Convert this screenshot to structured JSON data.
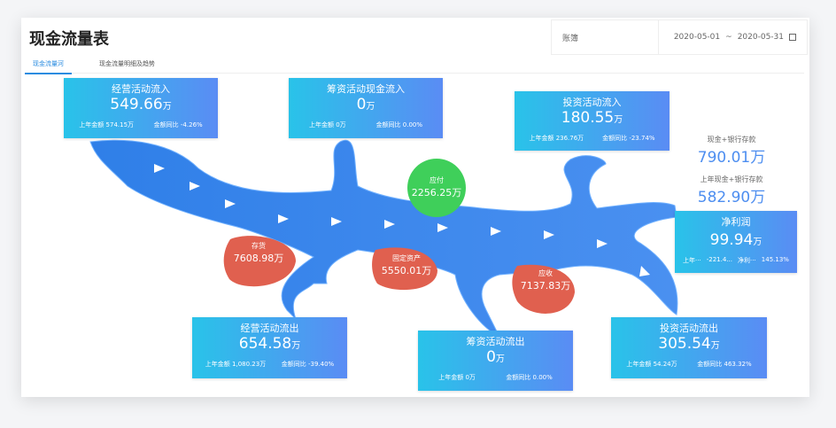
{
  "header": {
    "title": "现金流量表",
    "book_label": "账簿",
    "date_start": "2020-05-01",
    "date_sep": "~",
    "date_end": "2020-05-31",
    "calendar_icon": "calendar-icon"
  },
  "tabs": [
    {
      "label": "现金流量河",
      "active": true
    },
    {
      "label": "现金流量明细及趋势",
      "active": false
    }
  ],
  "cards": {
    "op_in": {
      "title": "经营活动流入",
      "value": "549.66",
      "unit": "万",
      "prev_label": "上年金额",
      "prev": "574.15万",
      "yoy_label": "金额同比",
      "yoy": "-4.26%"
    },
    "fin_in": {
      "title": "筹资活动现金流入",
      "value": "0",
      "unit": "万",
      "prev_label": "上年金额",
      "prev": "0万",
      "yoy_label": "金额同比",
      "yoy": "0.00%"
    },
    "inv_in": {
      "title": "投资活动流入",
      "value": "180.55",
      "unit": "万",
      "prev_label": "上年金额",
      "prev": "236.76万",
      "yoy_label": "金额同比",
      "yoy": "-23.74%"
    },
    "net_profit": {
      "title": "净利润",
      "value": "99.94",
      "unit": "万",
      "prev_label": "上年···",
      "prev": "-221.4...",
      "yoy_label": "净利···",
      "yoy": "145.13%"
    },
    "op_out": {
      "title": "经营活动流出",
      "value": "654.58",
      "unit": "万",
      "prev_label": "上年金额",
      "prev": "1,080.23万",
      "yoy_label": "金额同比",
      "yoy": "-39.40%"
    },
    "fin_out": {
      "title": "筹资活动流出",
      "value": "0",
      "unit": "万",
      "prev_label": "上年金额",
      "prev": "0万",
      "yoy_label": "金额同比",
      "yoy": "0.00%"
    },
    "inv_out": {
      "title": "投资活动流出",
      "value": "305.54",
      "unit": "万",
      "prev_label": "上年金额",
      "prev": "54.24万",
      "yoy_label": "金额同比",
      "yoy": "463.32%"
    }
  },
  "cash": {
    "cur_label": "现金+银行存款",
    "cur": "790.01万",
    "prev_label": "上年现金+银行存款",
    "prev": "582.90万"
  },
  "pools": {
    "payable": {
      "name": "应付",
      "value": "2256.25万",
      "color": "#3fcf5a"
    },
    "inventory": {
      "name": "存货",
      "value": "7608.98万",
      "color": "#e0604f"
    },
    "fixed": {
      "name": "固定资产",
      "value": "5550.01万",
      "color": "#e0604f"
    },
    "receivable": {
      "name": "应收",
      "value": "7137.83万",
      "color": "#e0604f"
    }
  },
  "colors": {
    "river": "#3a8ef0",
    "accent": "#2a8ce0"
  }
}
